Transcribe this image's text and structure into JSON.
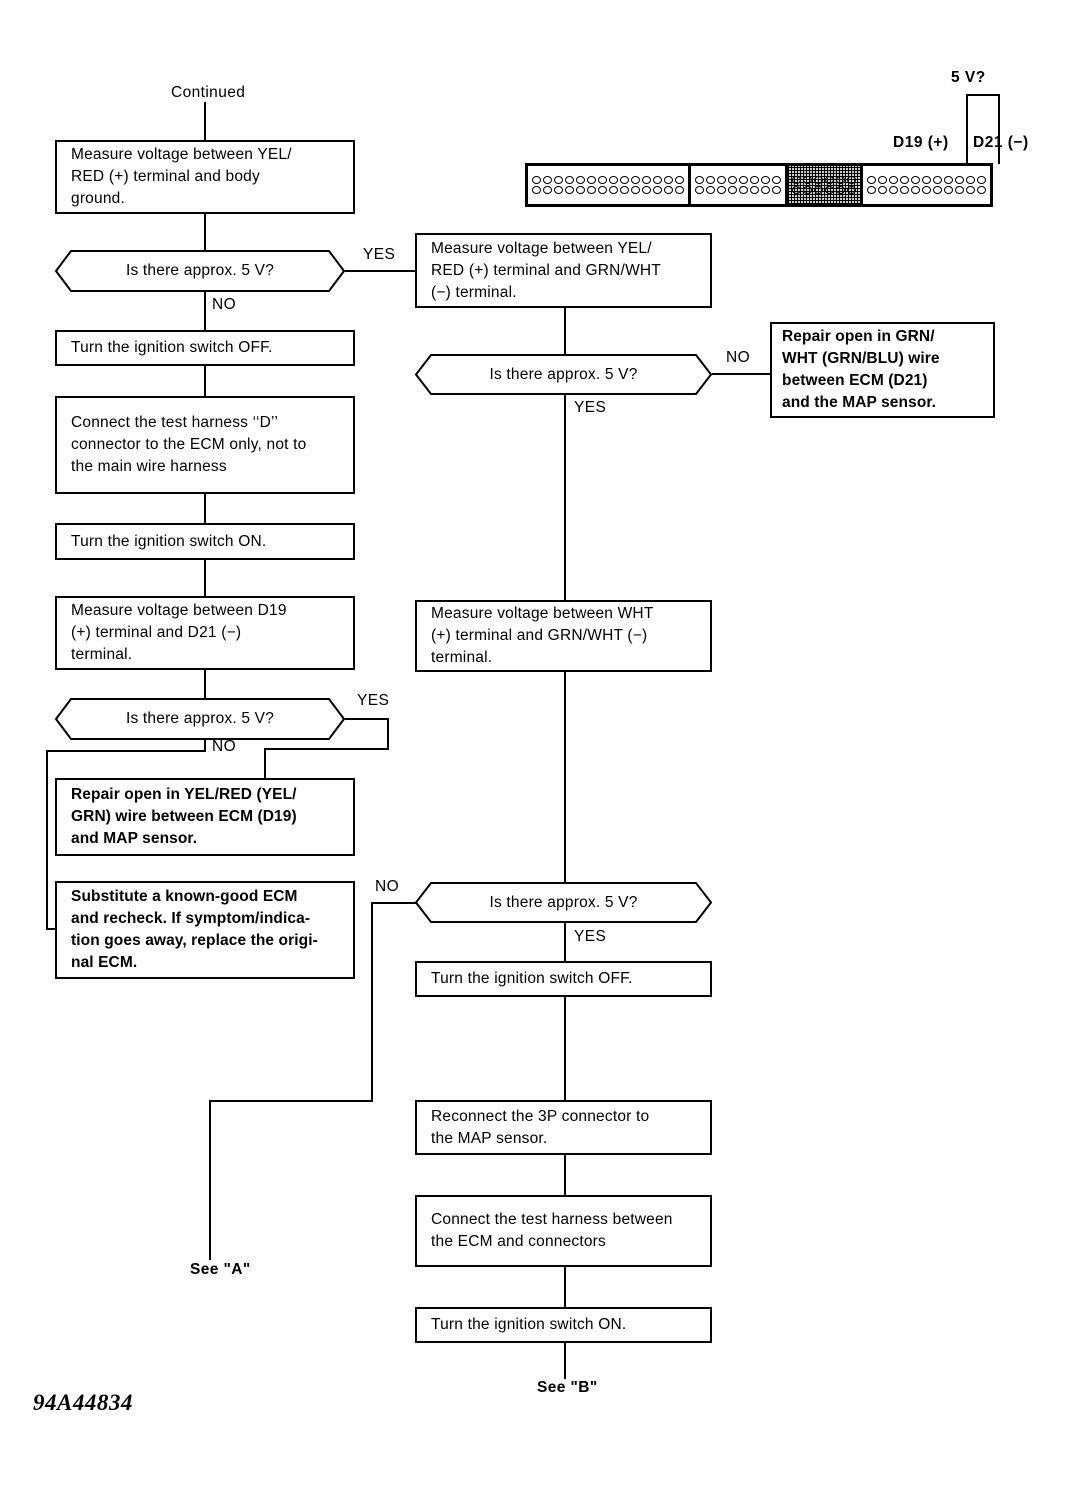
{
  "figure": {
    "id_label": "94A44834",
    "continued_label": "Continued",
    "see_a_label": "See \"A\"",
    "see_b_label": "See \"B\""
  },
  "connector_callout": {
    "voltage_label": "5 V?",
    "positive_pin_label": "D19 (+)",
    "negative_pin_label": "D21 (−)",
    "segments": [
      {
        "name": "segment-1",
        "pins_per_row": 14,
        "rows": 2,
        "shaded": false
      },
      {
        "name": "segment-2",
        "pins_per_row": 8,
        "rows": 2,
        "shaded": false
      },
      {
        "name": "segment-3",
        "pins_per_row": 6,
        "rows": 2,
        "shaded": true
      },
      {
        "name": "segment-4",
        "pins_per_row": 11,
        "rows": 2,
        "shaded": false
      }
    ]
  },
  "branch_labels": {
    "yes": "YES",
    "no": "NO"
  },
  "left_column": {
    "step_measure_yel_red_body_ground": "Measure voltage between YEL/\nRED (+) terminal and body\nground.",
    "decision_5v_1": "Is there approx. 5 V?",
    "step_ignition_off": "Turn the ignition switch OFF.",
    "step_connect_harness_d": "Connect the test harness ‘‘D’’\nconnector to the ECM only, not to\nthe main wire harness",
    "step_ignition_on": "Turn the ignition switch ON.",
    "step_measure_d19_d21": "Measure voltage between D19\n(+) terminal and D21 (−)\nterminal.",
    "decision_5v_2": "Is there approx. 5 V?",
    "action_repair_yel_red": "Repair open in YEL/RED (YEL/\nGRN) wire between ECM (D19)\nand MAP sensor.",
    "action_substitute_ecm": "Substitute a known-good ECM\nand recheck. If symptom/indica-\ntion goes away, replace the origi-\nnal ECM."
  },
  "right_column": {
    "step_measure_yel_red_grn_wht": "Measure voltage between YEL/\nRED (+) terminal and GRN/WHT\n(−) terminal.",
    "decision_5v_3": "Is there approx. 5 V?",
    "action_repair_grn_wht": "Repair open in GRN/\nWHT (GRN/BLU) wire\nbetween ECM (D21)\nand the MAP sensor.",
    "step_measure_wht_grn_wht": "Measure voltage between WHT\n(+) terminal and GRN/WHT (−)\nterminal.",
    "decision_5v_4": "Is there approx. 5 V?",
    "step_ignition_off_2": "Turn the ignition switch OFF.",
    "step_reconnect_3p": "Reconnect the 3P connector to\nthe MAP sensor.",
    "step_connect_harness_between": "Connect the test harness between\nthe ECM and connectors",
    "step_ignition_on_2": "Turn the ignition switch ON."
  }
}
